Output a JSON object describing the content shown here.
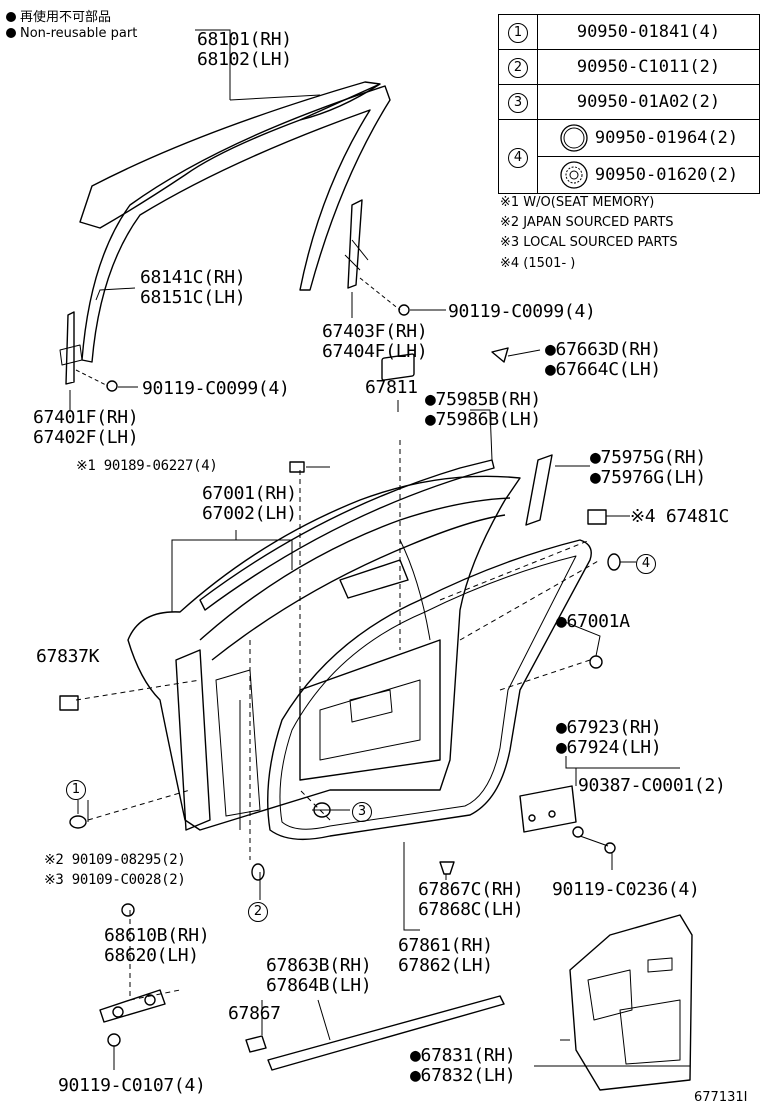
{
  "legend": {
    "ja": "再使用不可部品",
    "en": "Non-reusable part"
  },
  "parts_table": {
    "rows": [
      {
        "num": "1",
        "part": "90950-01841(4)"
      },
      {
        "num": "2",
        "part": "90950-C1011(2)"
      },
      {
        "num": "3",
        "part": "90950-01A02(2)"
      },
      {
        "num": "4",
        "part_a": "90950-01964(2)",
        "part_b": "90950-01620(2)"
      }
    ]
  },
  "notes": [
    "※1 W/O(SEAT MEMORY)",
    "※2 JAPAN SOURCED PARTS",
    "※3 LOCAL SOURCED PARTS",
    "※4 (1501-        )"
  ],
  "labels": {
    "glass": [
      "68101(RH)",
      "68102(LH)"
    ],
    "run_channel": [
      "68141C(RH)",
      "68151C(LH)"
    ],
    "rear_channel": [
      "67403F(RH)",
      "67404F(LH)"
    ],
    "bolt_upper": "90119-C0099(4)",
    "bolt_lower": "90119-C0099(4)",
    "front_channel": [
      "67401F(RH)",
      "67402F(LH)"
    ],
    "cover_67811": "67811",
    "belt_weather": [
      "●75985B(RH)",
      "●75986B(LH)"
    ],
    "bracket_67663": [
      "●67663D(RH)",
      "●67664C(LH)"
    ],
    "bolt_90189": "※1 90189-06227(4)",
    "door_panel": [
      "67001(RH)",
      "67002(LH)"
    ],
    "garnish_75975": [
      "●75975G(RH)",
      "●75976G(LH)"
    ],
    "pad_67481": "※4 67481C",
    "plug_4": "4",
    "label_67001a": "●67001A",
    "pad_67837": "67837K",
    "plug_1": "1",
    "plug_3": "3",
    "bracket_67923": [
      "●67923(RH)",
      "●67924(LH)"
    ],
    "clip_90387": "90387-C0001(2)",
    "bolt_90119_c0236": "90119-C0236(4)",
    "bolts_90109": [
      "※2 90109-08295(2)",
      "※3 90109-C0028(2)"
    ],
    "plug_2": "2",
    "check_arm": [
      "68610B(RH)",
      "68620(LH)"
    ],
    "clip_67867c": [
      "67867C(RH)",
      "67868C(LH)"
    ],
    "weatherstrip_67861": [
      "67861(RH)",
      "67862(LH)"
    ],
    "moulding_67863": [
      "67863B(RH)",
      "67864B(LH)"
    ],
    "clip_67867": "67867",
    "bolt_90119_c0107": "90119-C0107(4)",
    "service_hole_cover": [
      "●67831(RH)",
      "●67832(LH)"
    ],
    "figure_ref": "677131I"
  }
}
